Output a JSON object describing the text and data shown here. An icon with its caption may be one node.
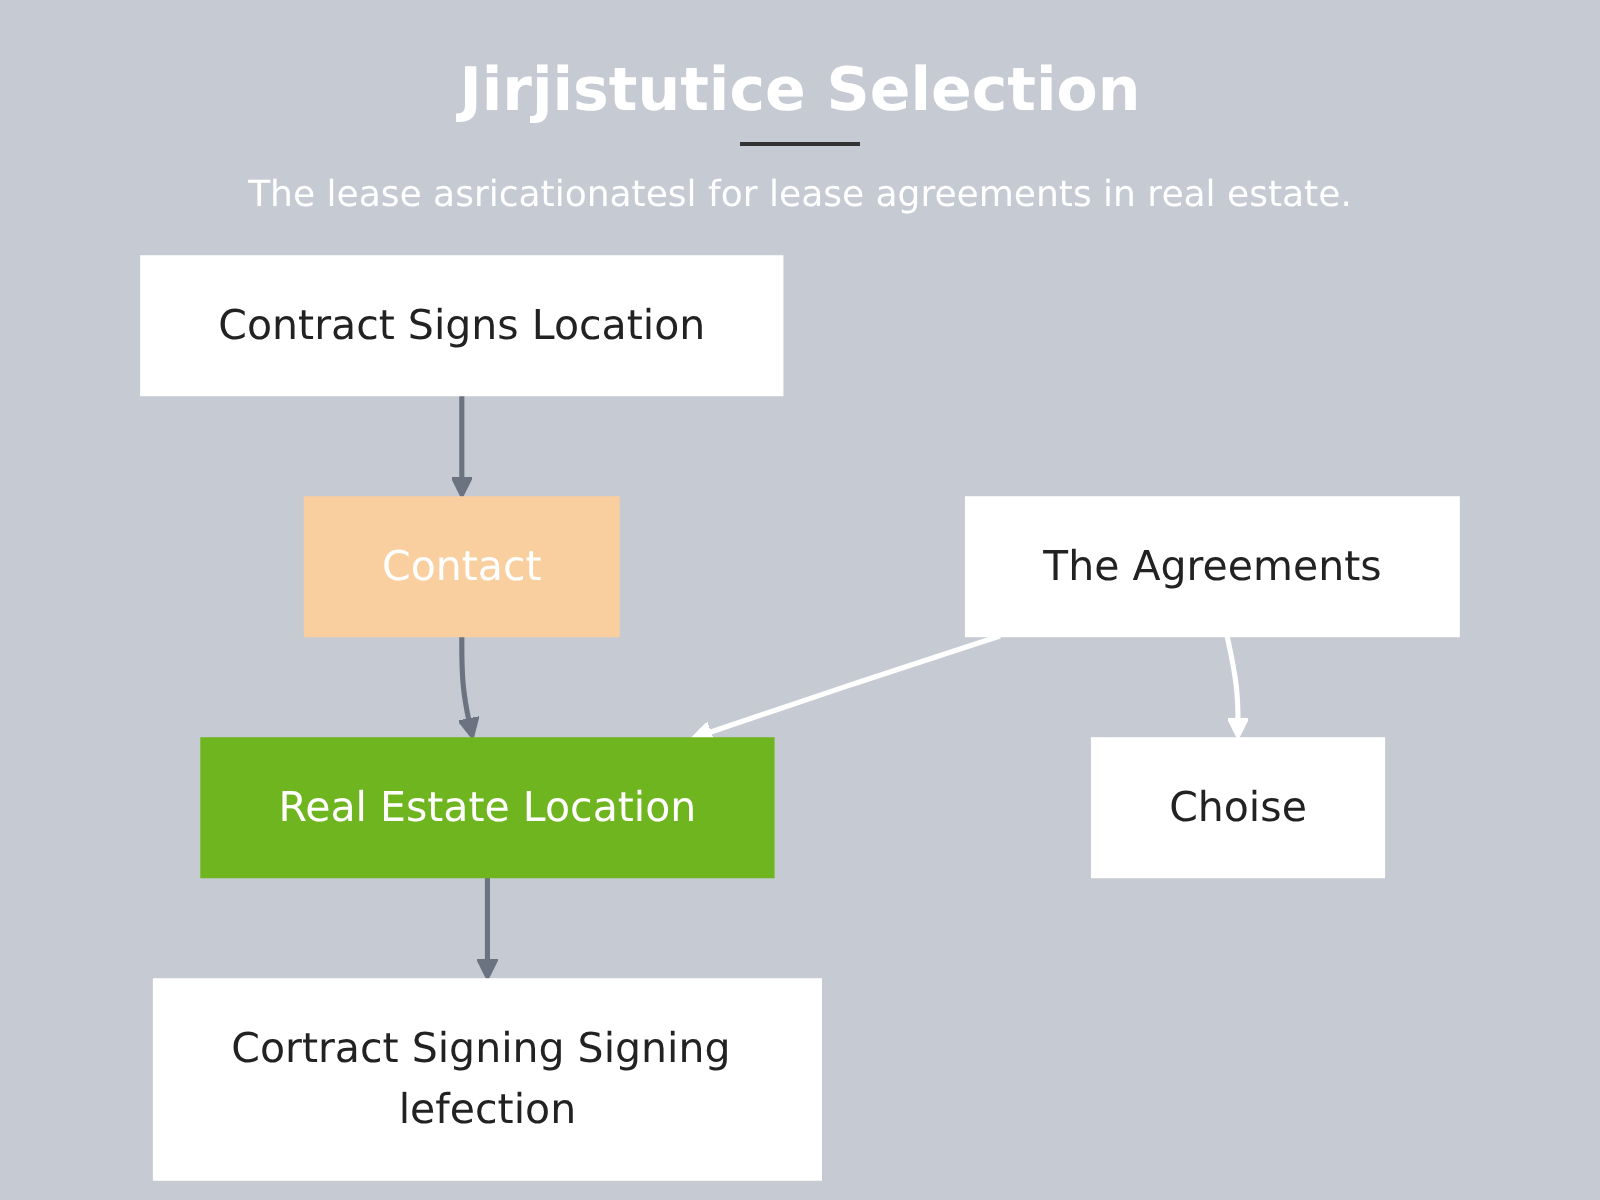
{
  "diagram": {
    "title": "Jirjistutice Selection",
    "nodes": [
      {
        "text": [
          "Contract Signs Location"
        ]
      },
      {
        "text": [
          "The Agreements"
        ]
      },
      {
        "text": [
          "Contact"
        ]
      },
      {
        "text": [
          "Real Estate Location"
        ]
      },
      {
        "text": [
          "Cortract Signing Signing lefection"
        ]
      },
      {
        "text": [
          "Choise"
        ]
      }
    ],
    "edges": [
      {
        "from": 0,
        "to": 2,
        "arrow": "to"
      },
      {
        "from": 2,
        "to": 3,
        "arrow": "to"
      },
      {
        "from": 3,
        "to": 4,
        "arrow": "to"
      },
      {
        "from": 1,
        "to": 3,
        "arrow": "to",
        "color": "#ffffff"
      },
      {
        "from": 1,
        "to": 5,
        "arrow": "to",
        "color": "#ffffff"
      }
    ],
    "labels": [
      "The lease asricationatesl for lease agreements in real estate."
    ]
  }
}
